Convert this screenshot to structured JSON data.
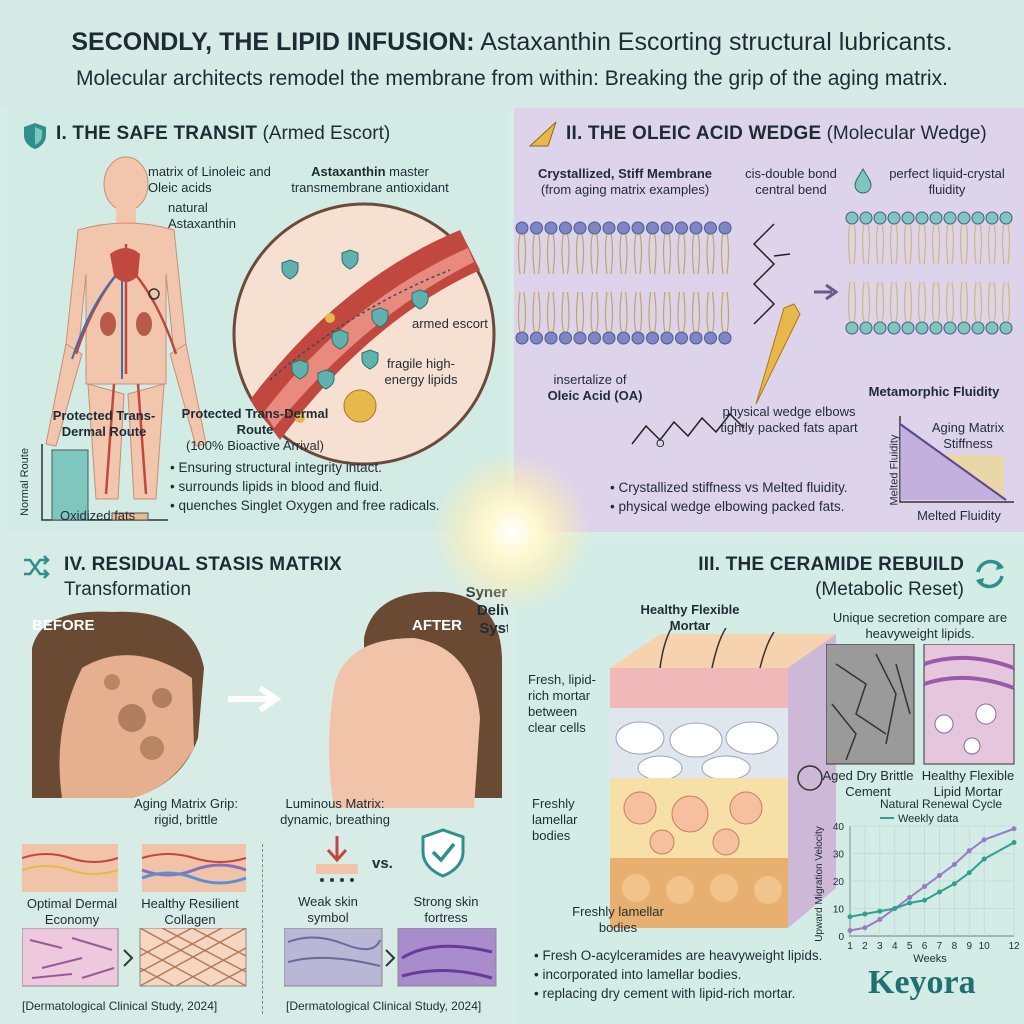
{
  "header": {
    "line1_bold": "SECONDLY, THE LIPID INFUSION:",
    "line1_rest": " Astaxanthin Escorting structural lubricants.",
    "line2": "Molecular architects remodel the membrane from within: Breaking the grip of the aging matrix."
  },
  "transit": {
    "title_bold": "I. THE SAFE TRANSIT",
    "title_rest": " (Armed Escort)",
    "label_matrix": "matrix of Linoleic and Oleic acids",
    "label_natural": "natural Astaxanthin",
    "label_master_bold": "Astaxanthin",
    "label_master_rest": " master transmembrane antioxidant",
    "label_armed": "armed escort",
    "label_fragile": "fragile high-energy lipids",
    "chart_title": "Protected Trans-Dermal Route",
    "chart_ylabel": "Normal Route",
    "chart_xlabel": "Oxidized fats",
    "route_title": "Protected Trans-Dermal Route",
    "route_sub": "(100% Bioactive Arrival)",
    "bullets": [
      "Ensuring structural integrity intact.",
      "surrounds lipids in blood and fluid.",
      "quenches Singlet Oxygen and free radicals."
    ]
  },
  "wedge": {
    "title_bold": "II. THE OLEIC ACID WEDGE",
    "title_rest": " (Molecular Wedge)",
    "label_stiff_bold": "Crystallized, Stiff Membrane",
    "label_stiff_sub": "(from aging matrix examples)",
    "label_bond": "cis-double bond central bend",
    "label_fluid": "perfect liquid-crystal fluidity",
    "label_insert": "insertalize of",
    "label_oa": "Oleic Acid (OA)",
    "label_physical": "physical wedge elbows tightly packed fats apart",
    "label_metamorphic": "Metamorphic Fluidity",
    "chart_ylabel": "Melted Fluidity",
    "chart_aging": "Aging Matrix Stiffness",
    "chart_xlabel": "Melted Fluidity",
    "bullets": [
      "Crystallized stiffness vs Melted fluidity.",
      "physical wedge elbowing packed fats."
    ]
  },
  "ceramide": {
    "title_bold": "III. THE CERAMIDE REBUILD",
    "title_rest": "(Metabolic Reset)",
    "label_mortar": "Healthy Flexible Mortar",
    "label_fresh": "Fresh, lipid-rich mortar between clear cells",
    "label_lamellar": "Freshly lamellar bodies",
    "label_lamellar2": "Freshly lamellar bodies",
    "label_unique": "Unique secretion compare are heavyweight lipids.",
    "label_aged": "Aged Dry Brittle Cement",
    "label_healthy": "Healthy Flexible Lipid Mortar",
    "chart_title": "Natural Renewal Cycle",
    "chart_legend": "Weekly data",
    "chart_ylabel": "Upward Migration Velocity",
    "chart_xlabel": "Weeks",
    "bullets": [
      "Fresh O-acylceramides are heavyweight lipids.",
      "incorporated into lamellar bodies.",
      "replacing dry cement with lipid-rich mortar."
    ]
  },
  "stasis": {
    "title_bold": "IV. RESIDUAL STASIS MATRIX",
    "title_rest": "Transformation",
    "before": "BEFORE",
    "after": "AFTER",
    "synergy": "Synergistic Delivery System",
    "aging_grip": "Aging Matrix Grip: rigid, brittle",
    "luminous": "Luminous Matrix: dynamic, breathing",
    "optimal": "Optimal Dermal Economy",
    "resilient": "Healthy Resilient Collagen",
    "weak": "Weak skin symbol",
    "vs": "vs.",
    "strong": "Strong skin fortress",
    "cite1": "[Dermatological Clinical Study, 2024]",
    "cite2": "[Dermatological Clinical Study, 2024]"
  },
  "brand": "Keyora",
  "colors": {
    "teal": "#2f8f8a",
    "purple": "#8a6fb8",
    "red": "#c0483e",
    "gold": "#e8b84a",
    "skin": "#f1c3a8"
  },
  "chart_data": [
    {
      "type": "bar",
      "categories": [
        "Protected Trans-Dermal Route",
        "Oxidized fats"
      ],
      "values": [
        100,
        10
      ],
      "ylabel": "Normal Route",
      "xlabel": "Oxidized fats"
    },
    {
      "type": "line",
      "title": "Natural Renewal Cycle",
      "x": [
        1,
        2,
        3,
        4,
        5,
        6,
        7,
        8,
        9,
        10,
        12
      ],
      "xticks": [
        "1",
        "2",
        "3",
        "4",
        "5",
        "6",
        "7",
        "8",
        "9",
        "10",
        "12"
      ],
      "ylim": [
        0,
        40
      ],
      "yticks": [
        0,
        10,
        20,
        30,
        40
      ],
      "xlabel": "Weeks",
      "ylabel": "Upward Migration Velocity",
      "series": [
        {
          "values": [
            2,
            3,
            6,
            10,
            14,
            18,
            22,
            26,
            31,
            35,
            39
          ]
        },
        {
          "name": "Weekly data",
          "values": [
            7,
            8,
            9,
            10,
            12,
            13,
            16,
            19,
            23,
            28,
            34
          ]
        }
      ]
    }
  ]
}
